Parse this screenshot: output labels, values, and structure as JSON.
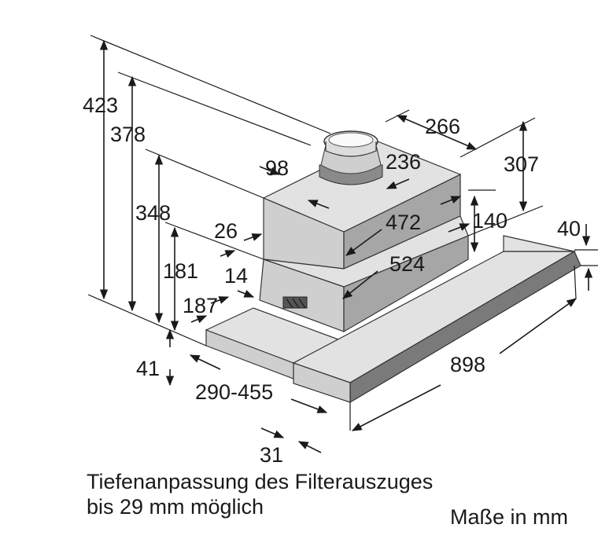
{
  "dimensions": {
    "d423": "423",
    "d378": "378",
    "d348": "348",
    "d181": "181",
    "d187": "187",
    "d98": "98",
    "d26": "26",
    "d14": "14",
    "d41": "41",
    "d290_455": "290-455",
    "d31": "31",
    "d266": "266",
    "d236": "236",
    "d307": "307",
    "d472": "472",
    "d140": "140",
    "d40": "40",
    "d524": "524",
    "d898": "898"
  },
  "caption": {
    "line1": "Tiefenanpassung des Filterauszuges",
    "line2": "bis 29 mm möglich",
    "units": "Maße in mm"
  }
}
